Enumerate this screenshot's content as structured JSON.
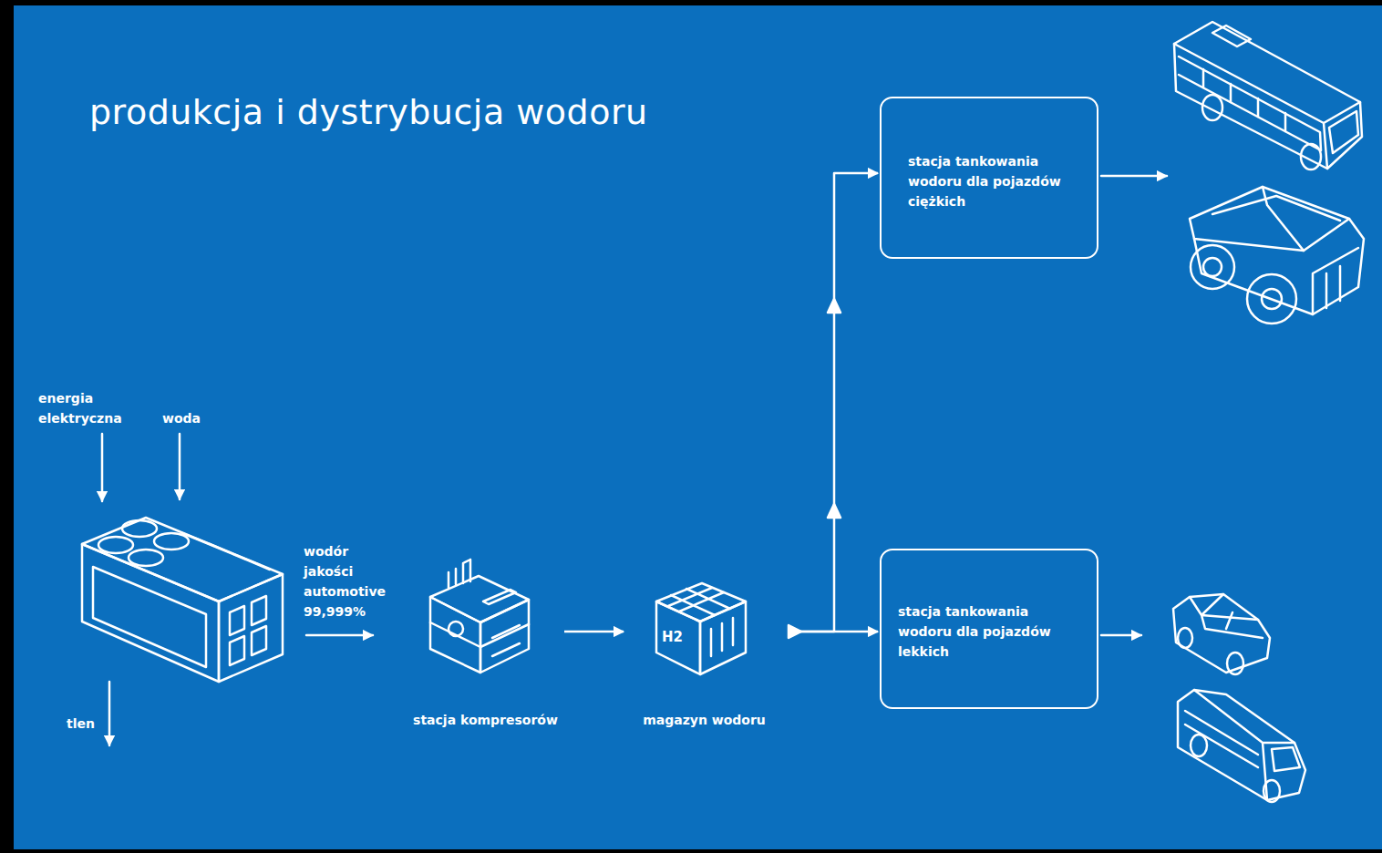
{
  "diagram": {
    "title": "produkcja i dystrybucja wodoru",
    "nodes": [
      {
        "text": [
          "stacja kompresorów"
        ]
      },
      {
        "text": [
          "magazyn wodoru"
        ]
      },
      {
        "text": [
          "stacja tankowania wodoru dla pojazdów ciężkich"
        ]
      },
      {
        "text": [
          "stacja tankowania wodoru dla pojazdów lekkich"
        ]
      }
    ],
    "edges": [
      {
        "from": 0,
        "to": 1,
        "arrow": "to"
      },
      {
        "from": 1,
        "to": 2,
        "arrow": "to"
      },
      {
        "from": 1,
        "to": 3,
        "arrow": "to"
      }
    ],
    "labels": [
      "energia elektryczna",
      "woda",
      "wodór jakości automotive 99,999%",
      "tlen",
      "H2"
    ]
  }
}
